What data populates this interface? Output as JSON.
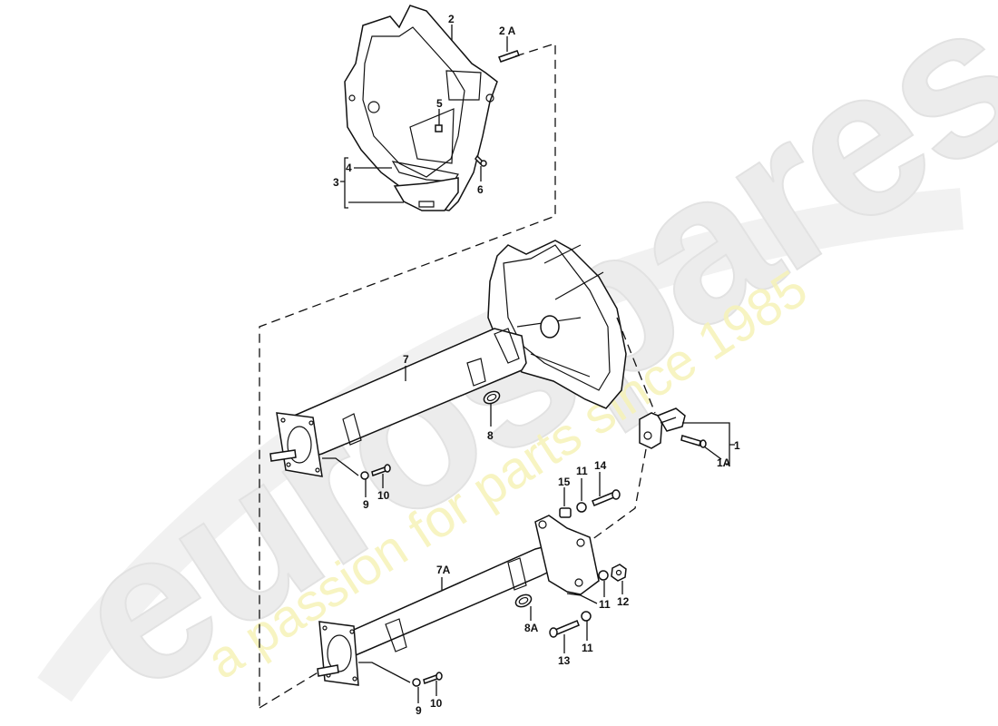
{
  "watermark": {
    "brand": "eurospares",
    "tagline": "a passion for parts since 1985",
    "brand_color": "#ececec",
    "tagline_color": "#f6f3b8"
  },
  "diagram": {
    "type": "exploded parts diagram",
    "parts": [
      {
        "ref": "1",
        "desc": "bracket assembly"
      },
      {
        "ref": "1A",
        "desc": "bolt"
      },
      {
        "ref": "2",
        "desc": "housing cover"
      },
      {
        "ref": "2A",
        "desc": "stud"
      },
      {
        "ref": "3",
        "desc": "seal set (bracket group)"
      },
      {
        "ref": "4",
        "desc": "gasket"
      },
      {
        "ref": "5",
        "desc": "clip"
      },
      {
        "ref": "6",
        "desc": "screw"
      },
      {
        "ref": "7",
        "desc": "central tube with bell housing"
      },
      {
        "ref": "7A",
        "desc": "central tube"
      },
      {
        "ref": "8",
        "desc": "hose clamp"
      },
      {
        "ref": "8A",
        "desc": "hose clamp"
      },
      {
        "ref": "9",
        "desc": "washer"
      },
      {
        "ref": "10",
        "desc": "bolt"
      },
      {
        "ref": "11",
        "desc": "washer"
      },
      {
        "ref": "12",
        "desc": "nut"
      },
      {
        "ref": "13",
        "desc": "bolt"
      },
      {
        "ref": "14",
        "desc": "bolt"
      },
      {
        "ref": "15",
        "desc": "bushing"
      }
    ]
  },
  "labels": {
    "l2": "2",
    "l2a": "2 A",
    "l5": "5",
    "l4": "4",
    "l3": "3",
    "l6": "6",
    "l7": "7",
    "l8": "8",
    "l9a": "9",
    "l10a": "10",
    "l1": "1",
    "l1a": "1A",
    "l15": "15",
    "l11a": "11",
    "l14": "14",
    "l7a": "7A",
    "l11b": "11",
    "l12": "12",
    "l8a": "8A",
    "l13": "13",
    "l11c": "11",
    "l9b": "9",
    "l10b": "10"
  }
}
